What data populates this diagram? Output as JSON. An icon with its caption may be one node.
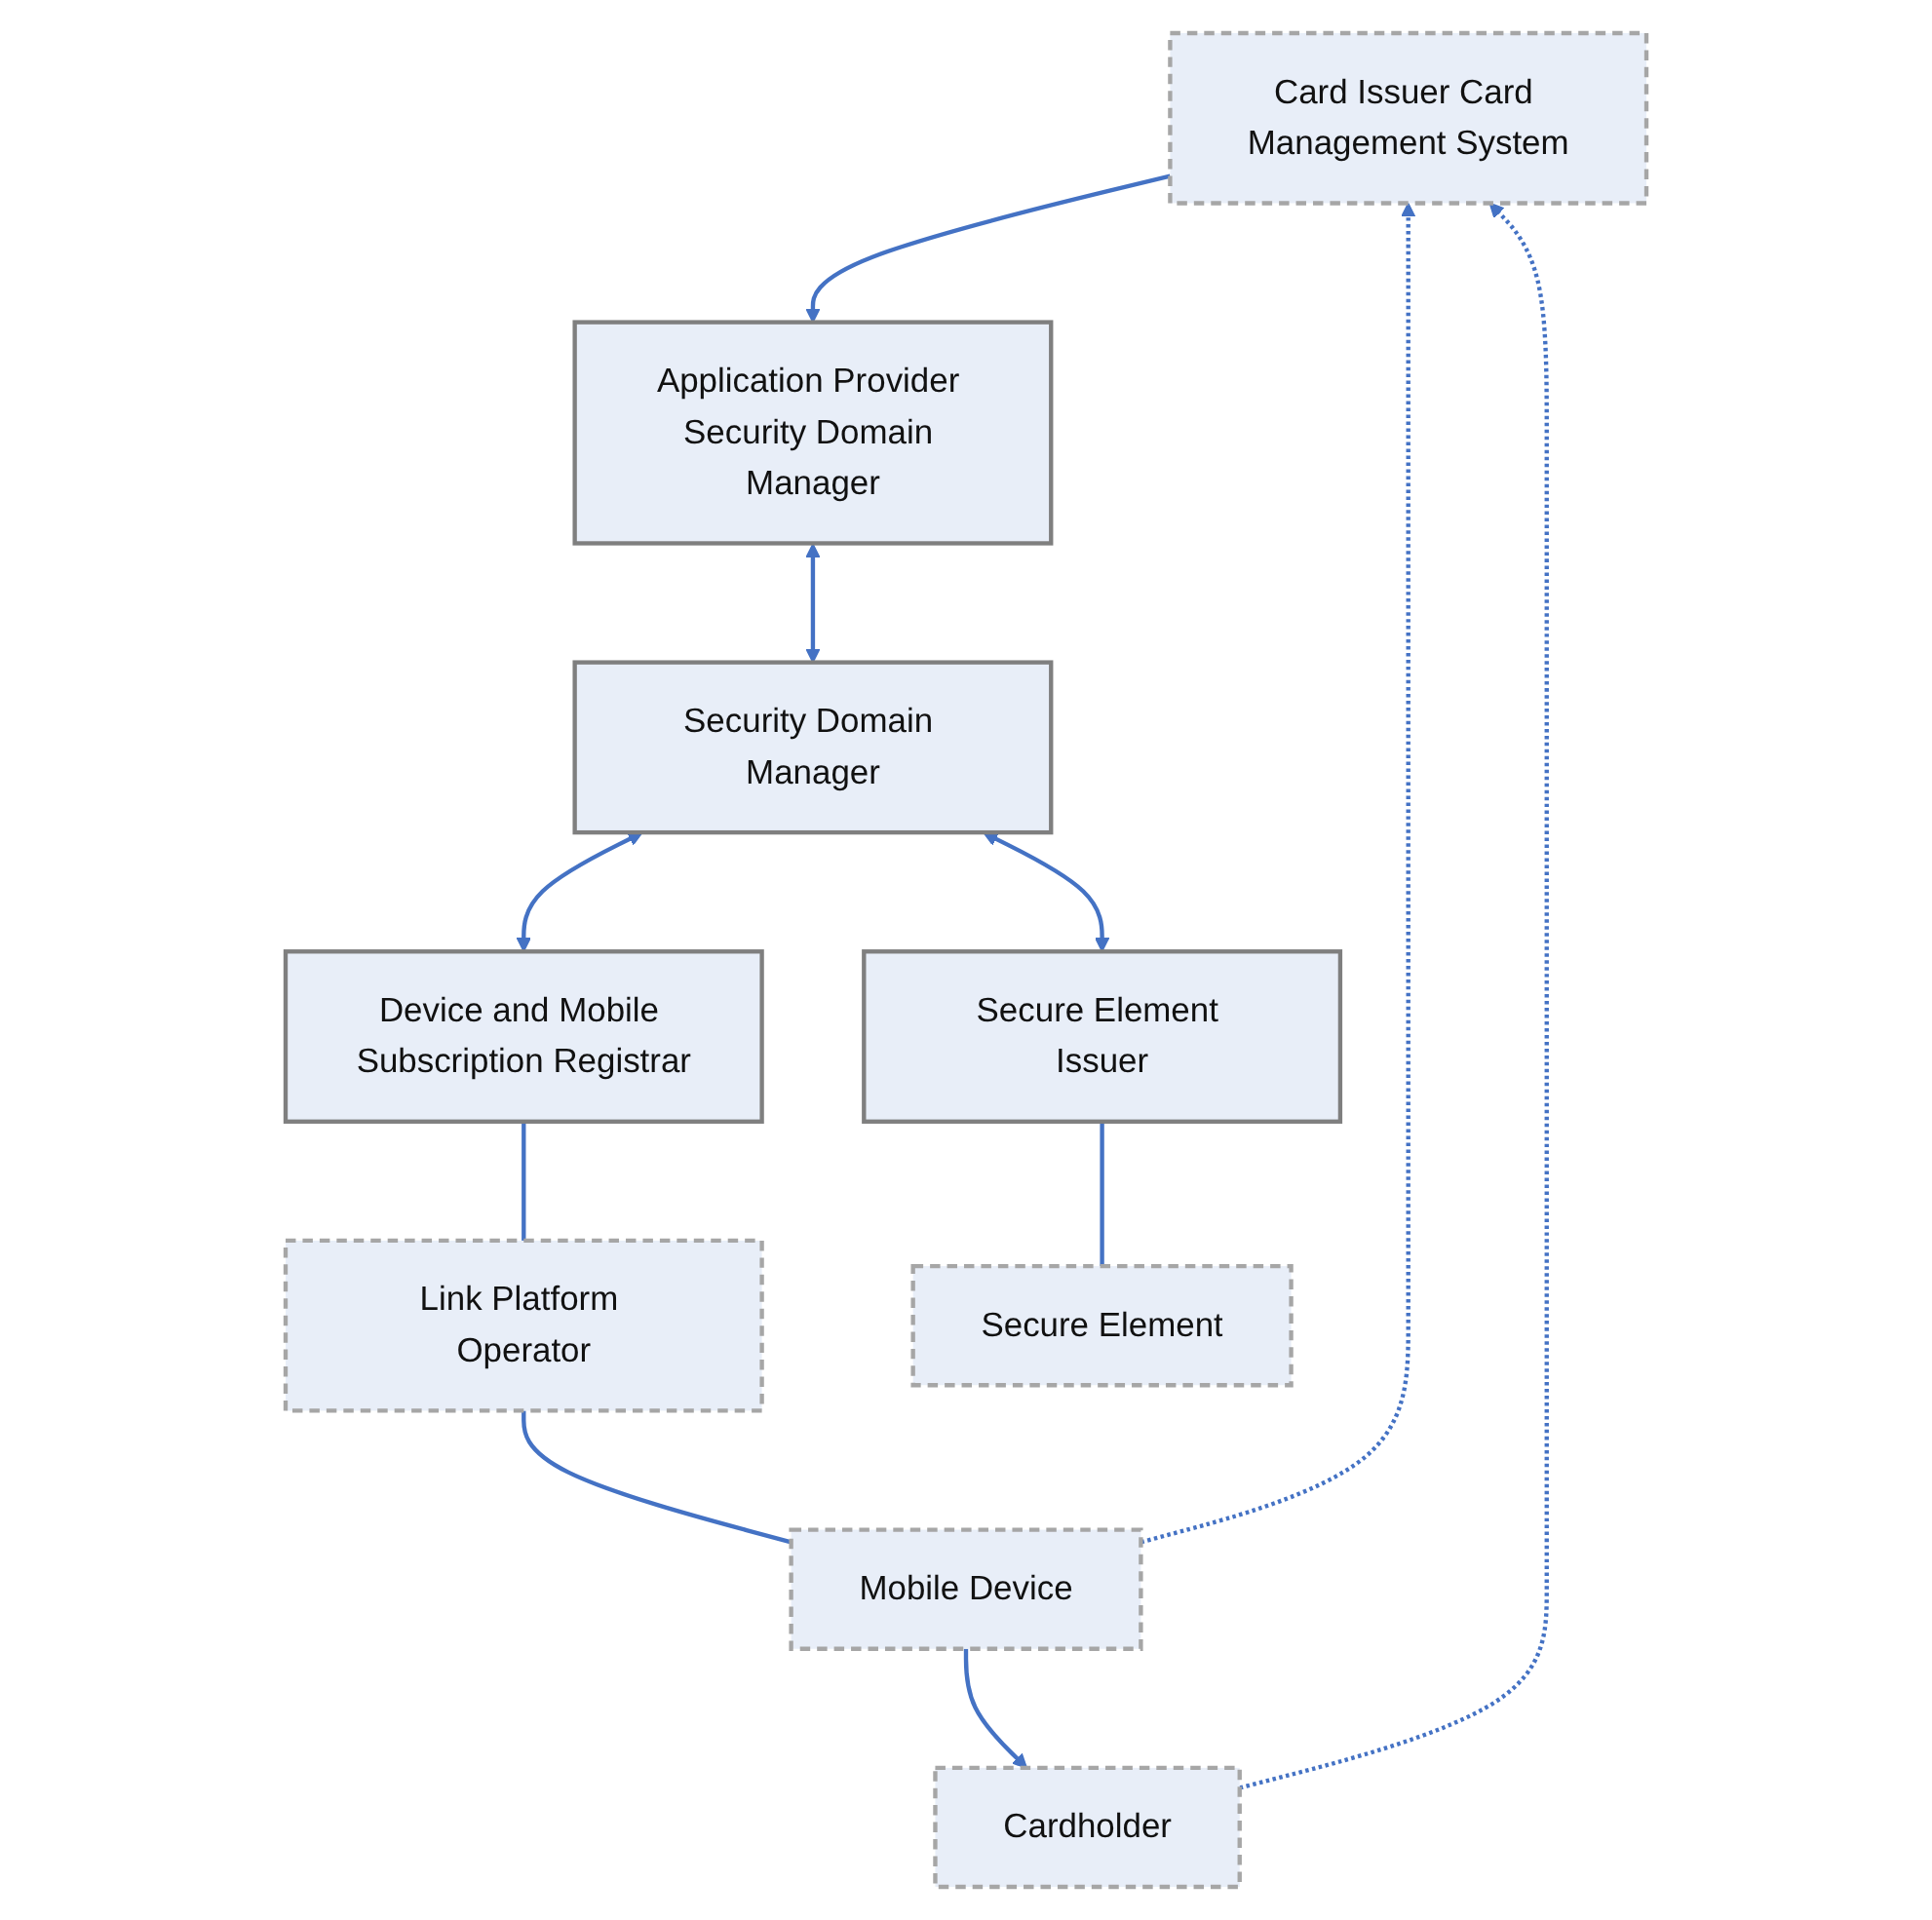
{
  "diagram": {
    "nodes": [
      {
        "text": [
          "Card Issuer Card Management System"
        ]
      },
      {
        "text": [
          "Application Provider Security Domain Manager"
        ]
      },
      {
        "text": [
          "Security Domain Manager"
        ]
      },
      {
        "text": [
          "Device and Mobile Subscription Registrar"
        ]
      },
      {
        "text": [
          "Secure Element Issuer"
        ]
      },
      {
        "text": [
          "Link Platform Operator"
        ]
      },
      {
        "text": [
          "Cardholder"
        ]
      },
      {
        "text": [
          "Mobile Device"
        ]
      },
      {
        "text": [
          "Secure Element"
        ]
      }
    ],
    "edges": [
      {
        "from": 0,
        "to": 1,
        "arrow": "to"
      },
      {
        "from": 1,
        "to": 2,
        "arrow": "both"
      },
      {
        "from": 2,
        "to": 3,
        "arrow": "both"
      },
      {
        "from": 2,
        "to": 4,
        "arrow": "both"
      },
      {
        "from": 3,
        "to": 5,
        "arrow": "none"
      },
      {
        "from": 5,
        "to": 7,
        "arrow": "none"
      },
      {
        "from": 4,
        "to": 8,
        "arrow": "none"
      },
      {
        "from": 6,
        "to": 0,
        "arrow": "to",
        "style": "dashed"
      },
      {
        "from": 7,
        "to": 0,
        "arrow": "to",
        "style": "dashed"
      },
      {
        "from": 7,
        "to": 6,
        "arrow": "to"
      }
    ]
  }
}
